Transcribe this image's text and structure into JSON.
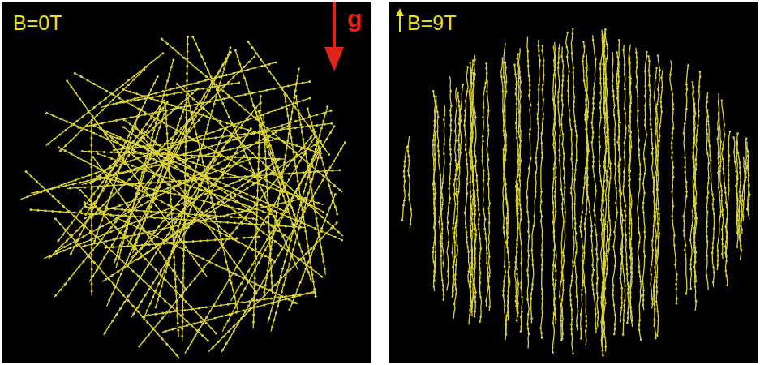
{
  "diagram": {
    "labels": [
      "B=0T",
      "g",
      "B=9T"
    ]
  }
}
